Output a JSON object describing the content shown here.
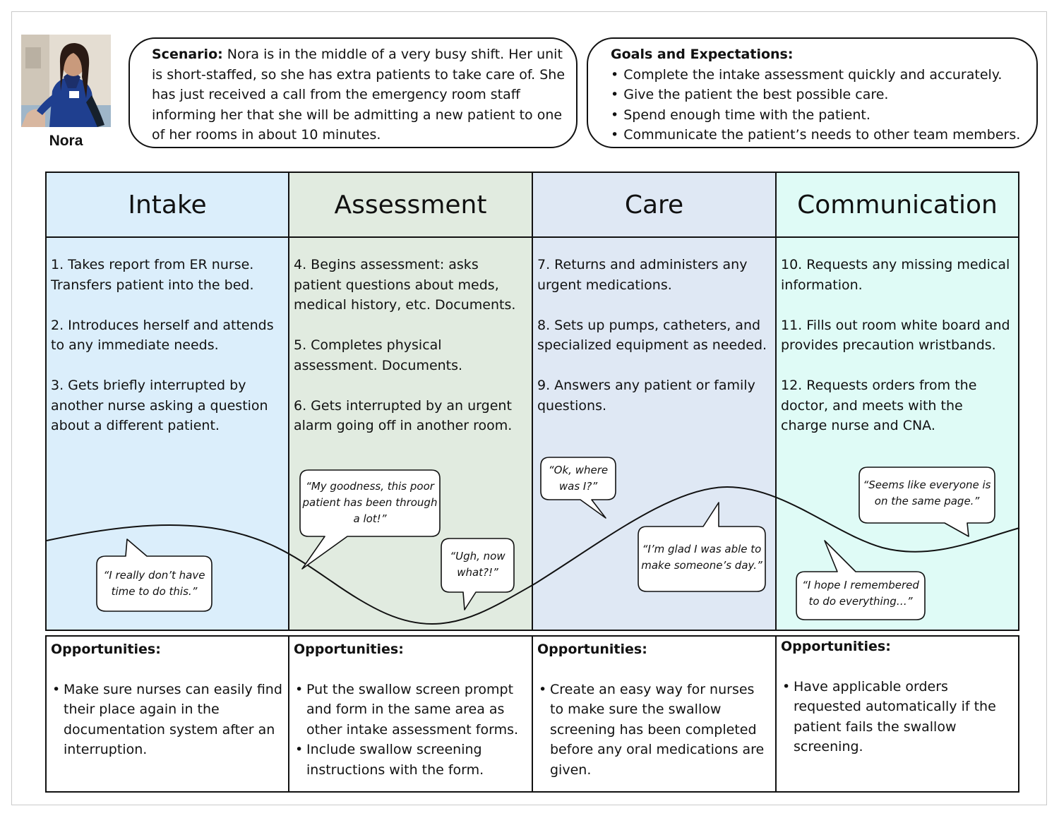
{
  "persona": {
    "name": "Nora"
  },
  "scenario": {
    "label": "Scenario:",
    "text": " Nora is in the middle of a very busy shift. Her unit is short-staffed, so she has extra patients to take care of. She has just received a call from the emergency room staff informing her that she will be admitting a new patient to one of her rooms in about 10 minutes."
  },
  "goals": {
    "label": "Goals and Expectations:",
    "items": [
      "Complete the intake assessment quickly and accurately.",
      "Give the patient the best possible care.",
      "Spend enough time with the patient.",
      "Communicate the patient’s needs to other team members."
    ]
  },
  "stages": [
    {
      "title": "Intake",
      "steps": [
        "1. Takes report from ER nurse. Transfers patient into the bed.",
        "2. Introduces herself and attends to any immediate needs.",
        "3. Gets briefly interrupted by another nurse asking a question about a different patient."
      ]
    },
    {
      "title": "Assessment",
      "steps": [
        "4. Begins assessment: asks patient questions about meds, medical history, etc. Documents.",
        "5. Completes physical assessment. Documents.",
        "6. Gets interrupted by an urgent alarm going off in another room."
      ]
    },
    {
      "title": "Care",
      "steps": [
        "7. Returns and administers any urgent medications.",
        "8. Sets up pumps, catheters, and specialized equipment as needed.",
        "9. Answers any patient or family questions."
      ]
    },
    {
      "title": "Communication",
      "steps": [
        "10. Requests any missing medical information.",
        "11. Fills out room white board and provides precaution wristbands.",
        "12. Requests orders from the doctor, and meets with the charge nurse and CNA."
      ]
    }
  ],
  "quotes": {
    "q1": [
      "“I really don’t have",
      "time to do this.”"
    ],
    "q2": [
      "“My goodness, this poor",
      "patient has been through",
      "a lot!”"
    ],
    "q3": [
      "“Ugh, now",
      "what?!”"
    ],
    "q4": [
      "“Ok, where",
      "was I?”"
    ],
    "q5": [
      "“I’m glad I was able to",
      "make someone’s day.”"
    ],
    "q6": [
      "“Seems like everyone is",
      "on the same page.”"
    ],
    "q7": [
      "“I hope I remembered",
      "to do everything…”"
    ]
  },
  "opportunities": [
    {
      "title": "Opportunities:",
      "items": [
        "Make sure nurses can easily find their place again in the documentation system after an interruption."
      ]
    },
    {
      "title": "Opportunities:",
      "items": [
        "Put the swallow screen prompt and form in the same area as other intake assessment forms.",
        "Include swallow screening instructions with the form."
      ]
    },
    {
      "title": "Opportunities:",
      "items": [
        "Create an easy way for nurses to make sure the swallow screening has been completed before any oral medications are given."
      ]
    },
    {
      "title": "Opportunities:",
      "items": [
        "Have applicable orders requested automatically if the patient fails the swallow screening."
      ]
    }
  ],
  "colors": {
    "intake": "#dbeefb",
    "assessment": "#e1ebe0",
    "care": "#dfe8f4",
    "communication": "#dffbf6",
    "outline": "#111111"
  },
  "icons": {
    "persona_photo": "nurse-photo"
  }
}
